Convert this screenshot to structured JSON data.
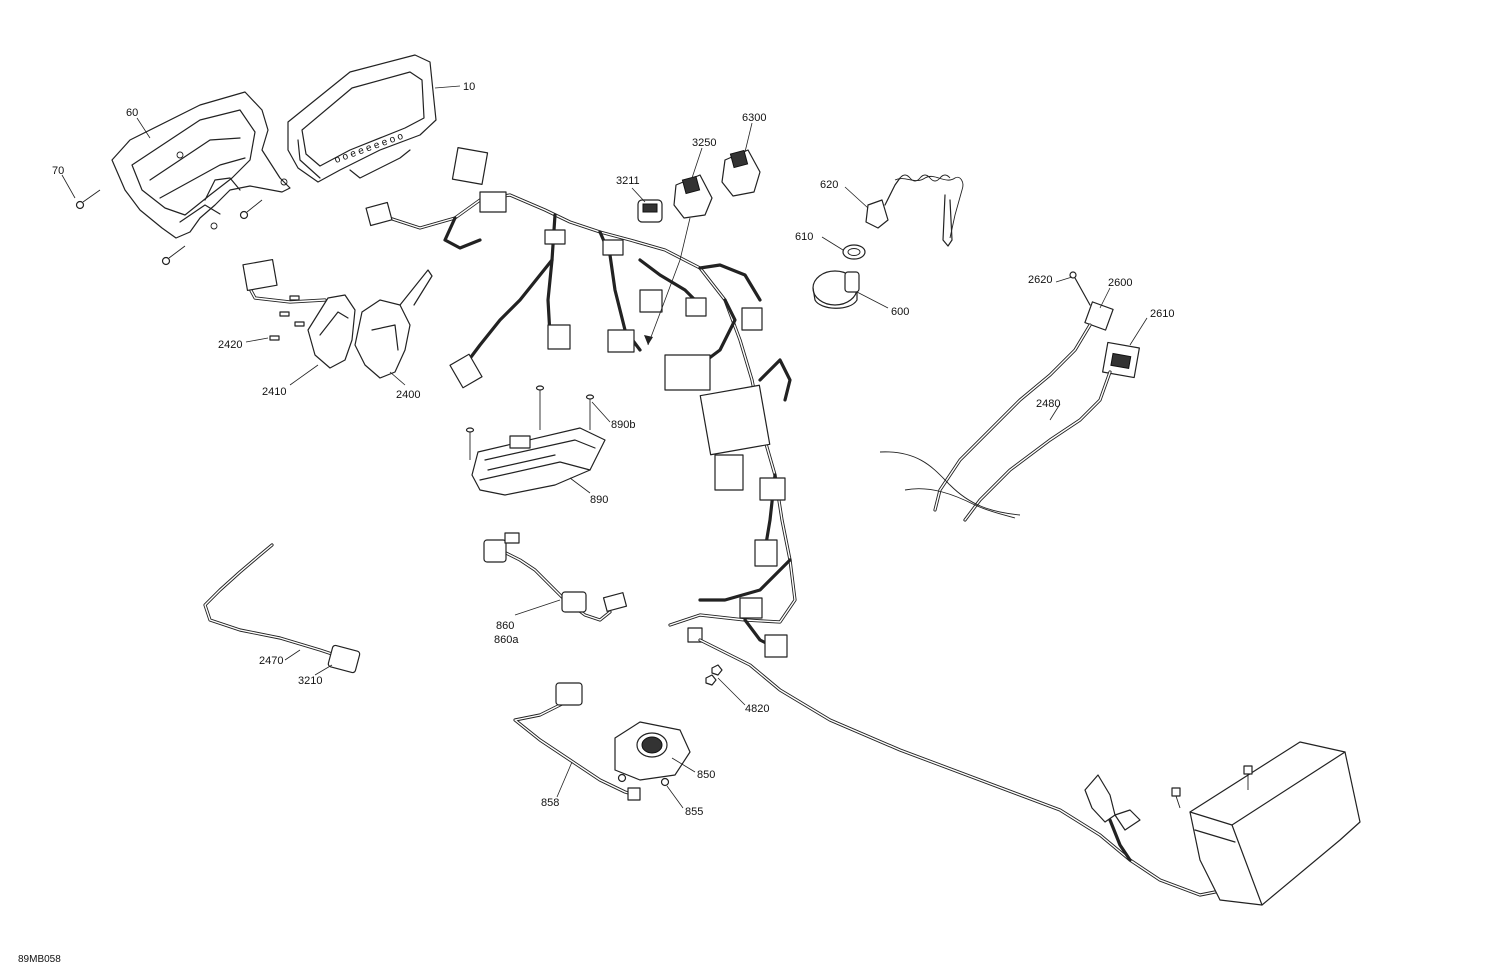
{
  "drawing_ref": "89MB058",
  "callouts": {
    "c10": "10",
    "c60": "60",
    "c70": "70",
    "c3211": "3211",
    "c3250": "3250",
    "c6300": "6300",
    "c620": "620",
    "c610": "610",
    "c600": "600",
    "c2620": "2620",
    "c2600": "2600",
    "c2610": "2610",
    "c2480": "2480",
    "c2420": "2420",
    "c2410": "2410",
    "c2400": "2400",
    "c890b": "890b",
    "c890": "890",
    "c860": "860",
    "c860a": "860a",
    "c2470": "2470",
    "c3210": "3210",
    "c4820": "4820",
    "c850": "850",
    "c855": "855",
    "c858": "858"
  }
}
